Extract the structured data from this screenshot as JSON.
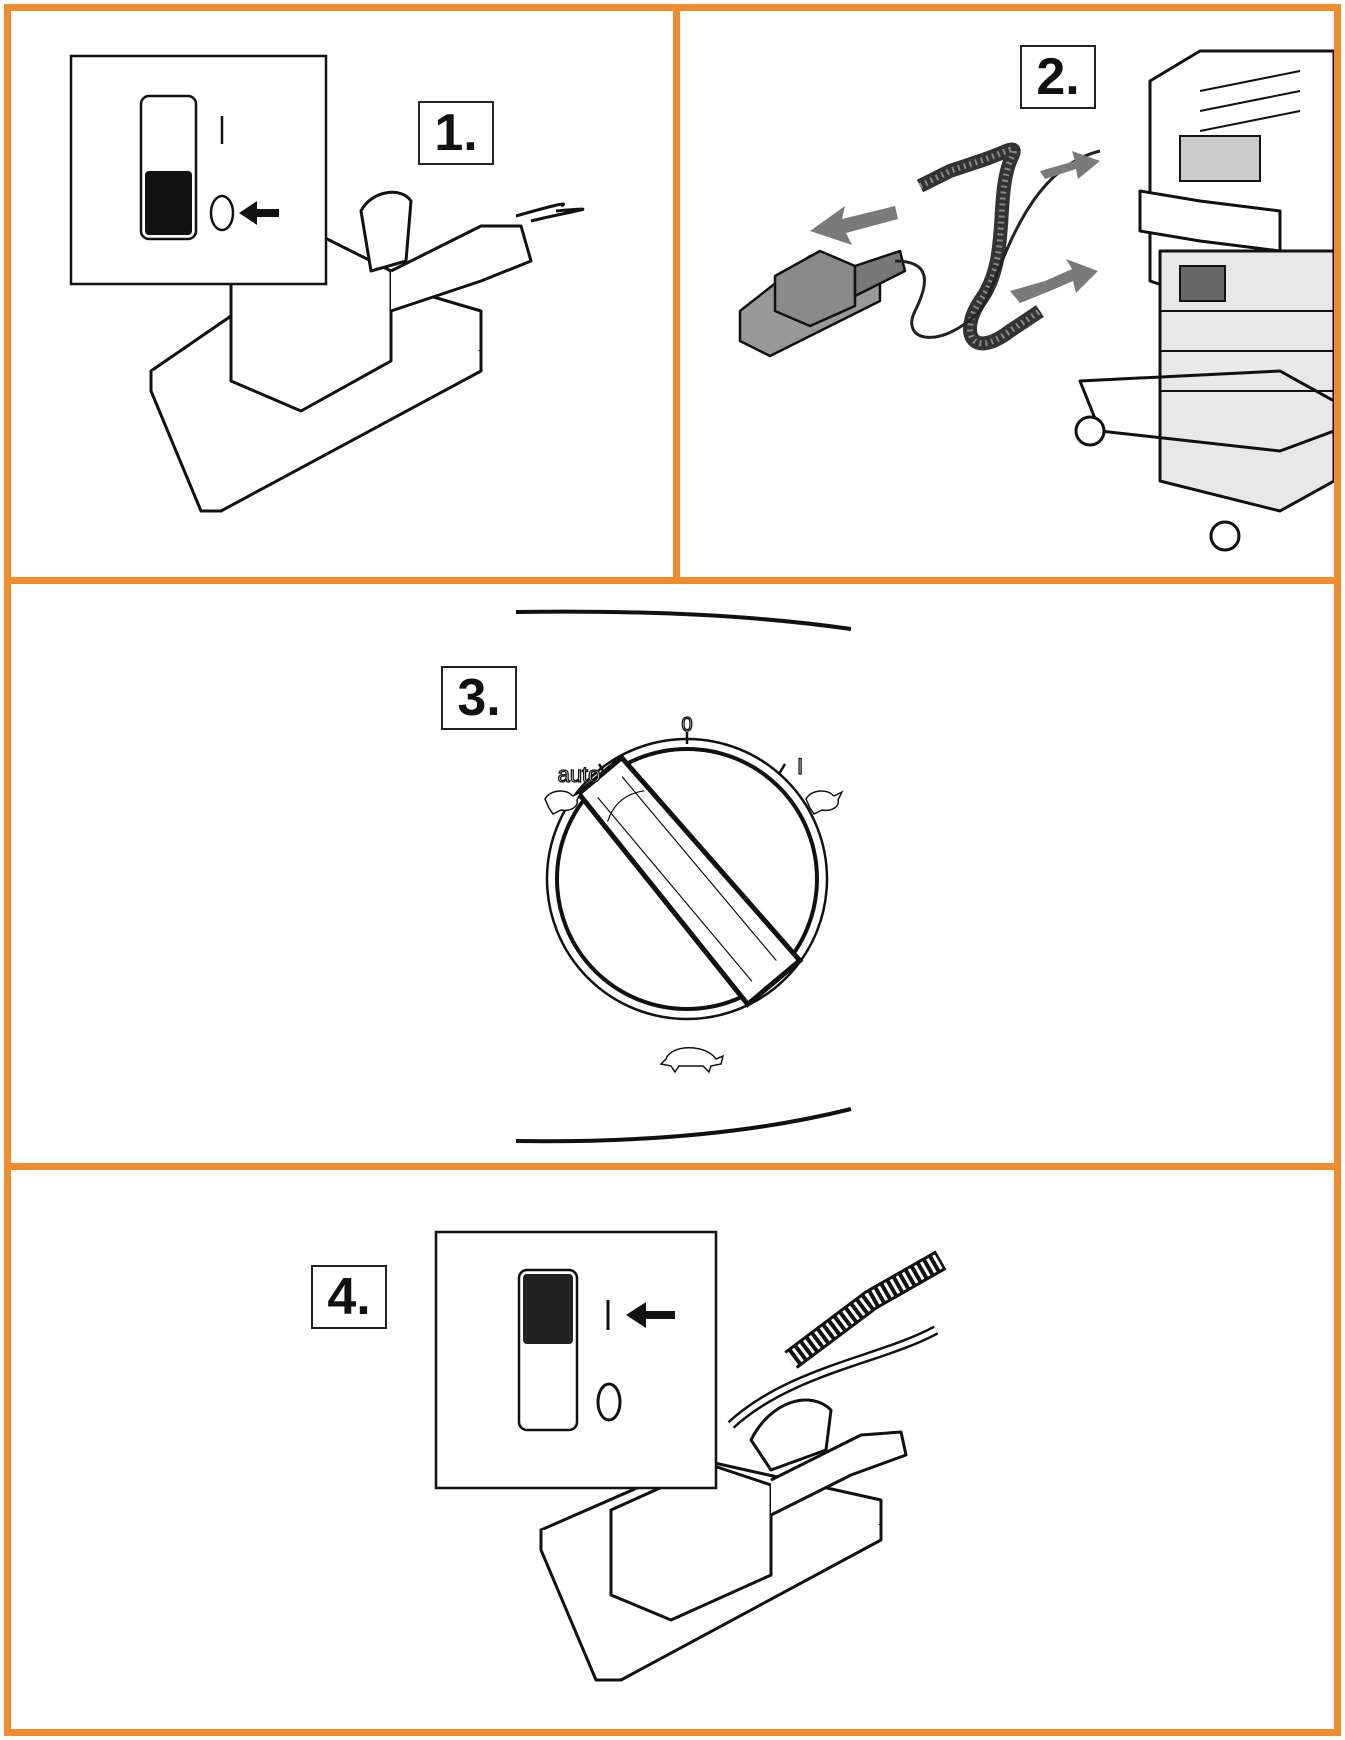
{
  "colors": {
    "frame": "#f08c2e",
    "ink": "#111111",
    "arrow_gray": "#777777"
  },
  "panels": [
    {
      "id": "1",
      "step_label": "1.",
      "switch": {
        "on_symbol": "I",
        "off_symbol": "O",
        "state": "O"
      }
    },
    {
      "id": "2",
      "step_label": "2."
    },
    {
      "id": "3",
      "step_label": "3.",
      "dial": {
        "marks": [
          "0",
          "I",
          "auto"
        ],
        "selected": "auto"
      }
    },
    {
      "id": "4",
      "step_label": "4.",
      "switch": {
        "on_symbol": "I",
        "off_symbol": "O",
        "state": "I"
      }
    }
  ]
}
